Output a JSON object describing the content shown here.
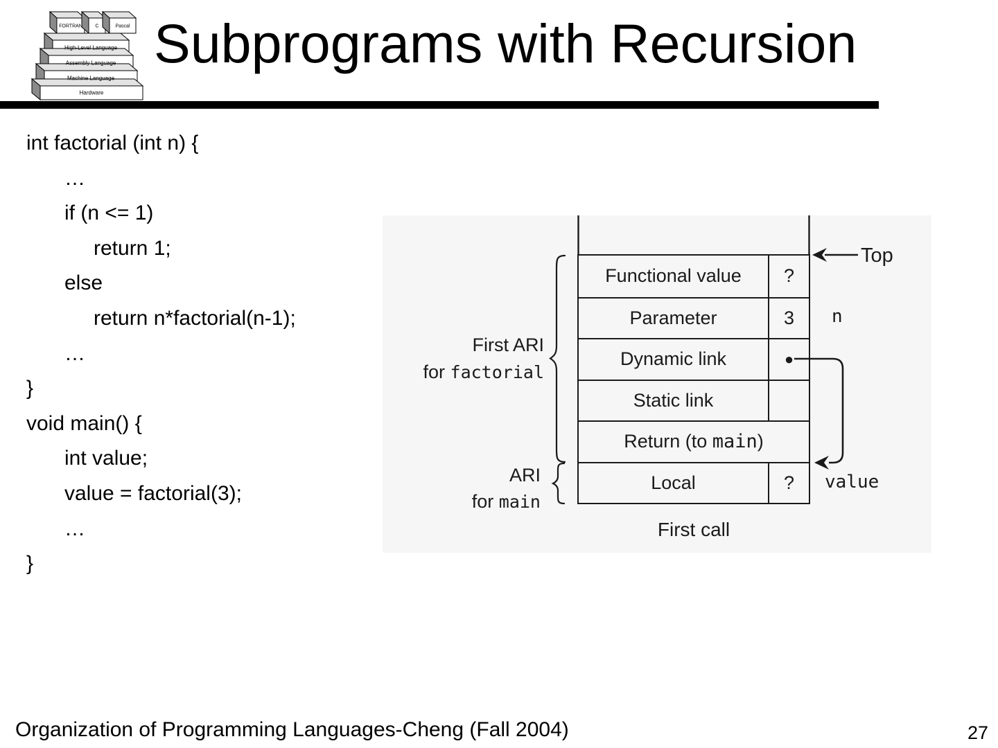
{
  "slide": {
    "title": "Subprograms with Recursion",
    "footer": "Organization of Programming Languages-Cheng (Fall 2004)",
    "page_number": "27"
  },
  "colors": {
    "diagram_background": "#f6f6f6",
    "ink": "#000000"
  },
  "logo": {
    "layers": [
      "FORTRAN",
      "C",
      "Pascal",
      "High-Level Language",
      "Assembly Language",
      "Machine Language",
      "Hardware"
    ]
  },
  "code": {
    "lines": [
      {
        "text": "int factorial (int n) {",
        "indent": 0
      },
      {
        "text": "…",
        "indent": 1
      },
      {
        "text": "if (n <= 1)",
        "indent": 1
      },
      {
        "text": "return 1;",
        "indent": 2
      },
      {
        "text": "else",
        "indent": 1
      },
      {
        "text": "return n*factorial(n-1);",
        "indent": 2
      },
      {
        "text": "…",
        "indent": 1
      },
      {
        "text": "}",
        "indent": 0
      },
      {
        "text": "void main() {",
        "indent": 0
      },
      {
        "text": "int value;",
        "indent": 1
      },
      {
        "text": "value = factorial(3);",
        "indent": 1
      },
      {
        "text": "…",
        "indent": 1
      },
      {
        "text": "}",
        "indent": 0
      }
    ]
  },
  "diagram": {
    "rows": [
      {
        "label": "Functional value",
        "value": "?"
      },
      {
        "label": "Parameter",
        "value": "3"
      },
      {
        "label": "Dynamic link",
        "value": "●"
      },
      {
        "label": "Static link",
        "value": ""
      },
      {
        "label_prefix": "Return (to ",
        "label_code": "main",
        "label_suffix": ")"
      },
      {
        "label": "Local",
        "value": "?"
      }
    ],
    "annotations": {
      "parameter_name": "n",
      "local_name": "value",
      "top_pointer": "Top",
      "caption": "First call"
    },
    "braces": {
      "first_ari_line1": "First ARI",
      "first_ari_line2_prefix": "for ",
      "first_ari_line2_code": "factorial",
      "main_ari_line1": "ARI",
      "main_ari_line2_prefix": "for ",
      "main_ari_line2_code": "main"
    }
  }
}
